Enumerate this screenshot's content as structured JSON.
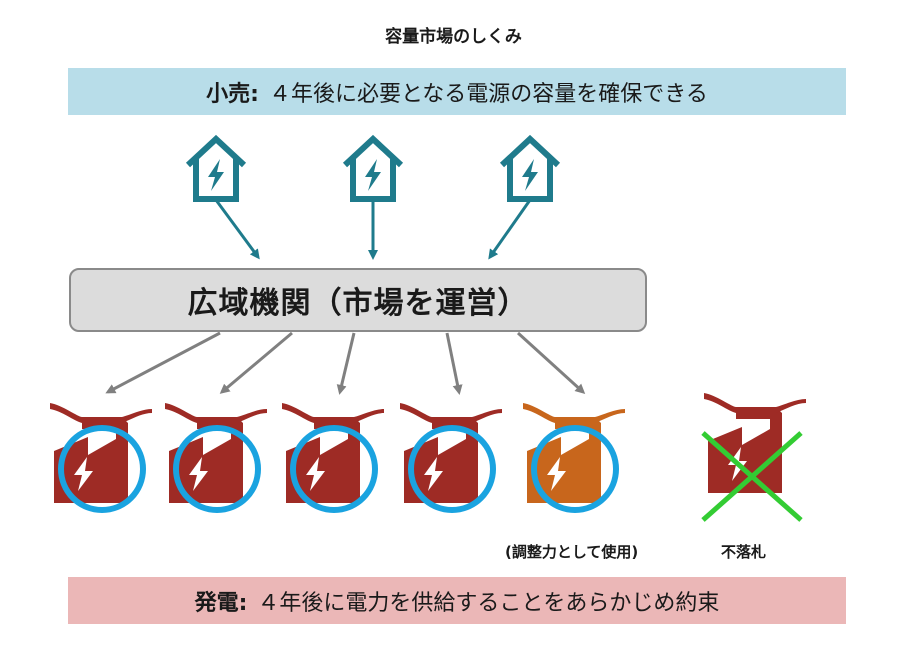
{
  "title": "容量市場のしくみ",
  "retail": {
    "label": "小売:",
    "text": "４年後に必要となる電源の容量を確保できる"
  },
  "agency": {
    "label": "広域機関（市場を運営）"
  },
  "captions": {
    "adjust": "(調整力として使用)",
    "not_win": "不落札"
  },
  "generation": {
    "label": "発電:",
    "text": "４年後に電力を供給することをあらかじめ約束"
  },
  "colors": {
    "house": "#1f7b8c",
    "arrow_gray": "#808080",
    "plant_red": "#9e2b25",
    "plant_orange": "#c8661c",
    "circle_blue": "#1aa3e0",
    "cross_green": "#33cc33",
    "retail_bg": "#b8dde9",
    "gen_bg": "#ebb7b7"
  }
}
